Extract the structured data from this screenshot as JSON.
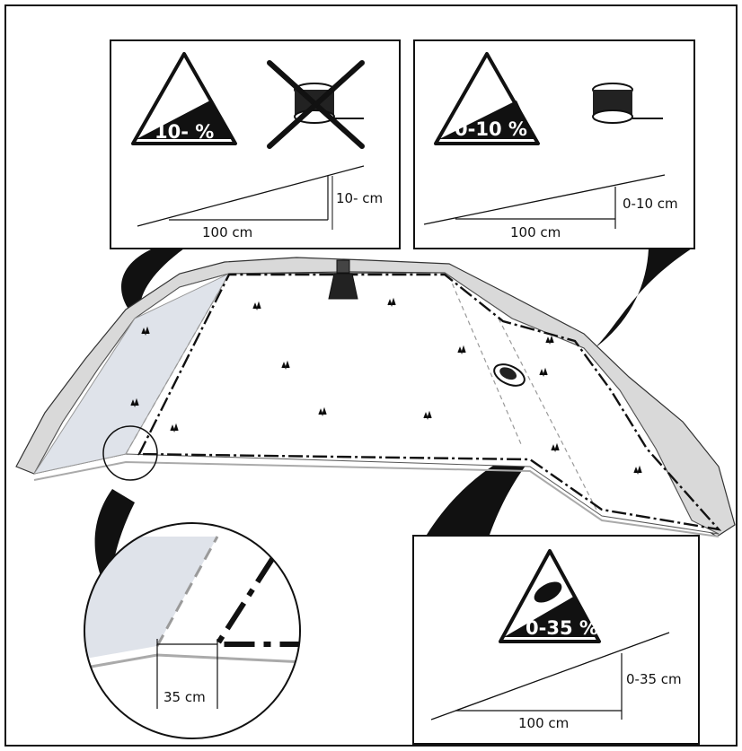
{
  "panels": {
    "steep": {
      "percent": "10- %",
      "rise_label": "10- cm",
      "run_label": "100 cm",
      "wire_allowed": false,
      "wire_icon": "boundary-wire-reel-icon",
      "prohibited_icon": "cross-out-icon"
    },
    "moderate": {
      "percent": "0-10 %",
      "rise_label": "0-10 cm",
      "run_label": "100 cm",
      "wire_allowed": true,
      "wire_icon": "boundary-wire-reel-icon"
    },
    "mower_slope": {
      "percent": "0-35 %",
      "rise_label": "0-35 cm",
      "run_label": "100 cm",
      "mower_icon": "robotic-mower-icon"
    }
  },
  "detail": {
    "distance_label": "35 cm"
  },
  "colors": {
    "line": "#111111",
    "slope_area": "#dfe3ea",
    "stone": "#d9d9d9",
    "guide_wire": "#9a9a9a"
  }
}
